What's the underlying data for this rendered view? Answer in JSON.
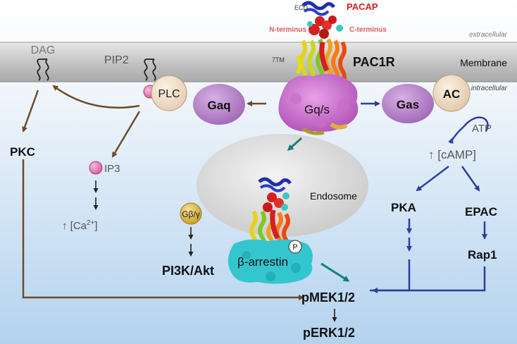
{
  "compartments": {
    "extracellular": "extracellular",
    "membrane": "Membrane",
    "intracellular": "intracellular",
    "endosome": "Endosome"
  },
  "receptor": {
    "ecd": "ECD",
    "ligand": "PACAP",
    "n_terminus": "N-terminus",
    "c_terminus": "C-terminus",
    "seven_tm": "7TM",
    "name": "PAC1R",
    "g_protein": "Gq/s"
  },
  "left_pathway": {
    "dag": "DAG",
    "pip2": "PIP2",
    "plc": "PLC",
    "gaq": "Gaq",
    "pkc": "PKC",
    "ip3": "IP3",
    "ca_prefix": "↑ [Ca",
    "ca_sup": "2+",
    "ca_suffix": "]"
  },
  "right_pathway": {
    "gas": "Gas",
    "ac": "AC",
    "atp": "ATP",
    "camp": "↑ [cAMP]",
    "pka": "PKA",
    "epac": "EPAC",
    "rap1": "Rap1"
  },
  "endosome_pathway": {
    "gbg": "Gβ/γ",
    "pi3k": "PI3K/Akt",
    "p": "P",
    "arrestin": "β-arrestin"
  },
  "convergence": {
    "pmek": "pMEK1/2",
    "perk": "pERK1/2"
  },
  "colors": {
    "brown": "#6b4a2b",
    "blue": "#2e3d9e",
    "teal": "#12807c",
    "pink": "#e06aa8",
    "gold": "#c9a22c",
    "purple": "#a870c0",
    "cream": "#f2dfc8",
    "pacap_red": "#d42020"
  }
}
